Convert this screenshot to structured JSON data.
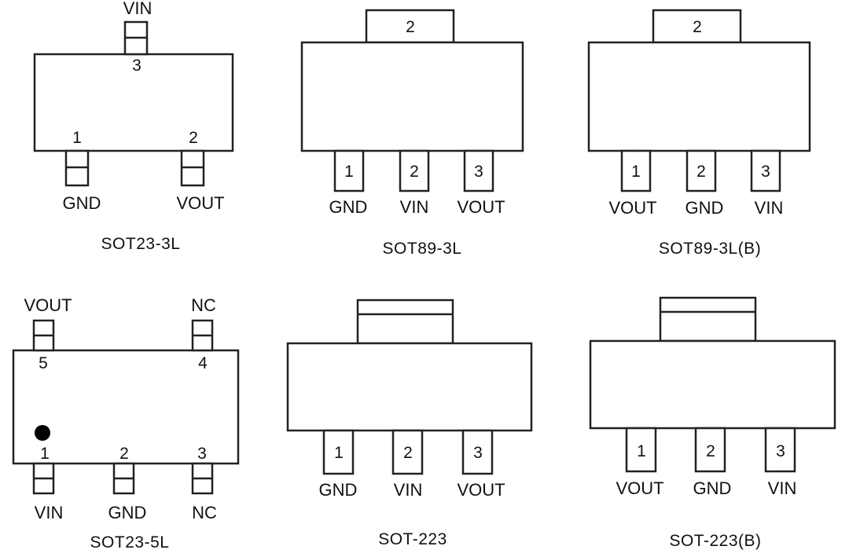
{
  "packages": [
    {
      "id": "sot23-3l",
      "title": "SOT23-3L",
      "pins": [
        {
          "number": "3",
          "name": "VIN"
        },
        {
          "number": "1",
          "name": "GND"
        },
        {
          "number": "2",
          "name": "VOUT"
        }
      ]
    },
    {
      "id": "sot89-3l",
      "title": "SOT89-3L",
      "tab_number": "2",
      "pins": [
        {
          "number": "1",
          "name": "GND"
        },
        {
          "number": "2",
          "name": "VIN"
        },
        {
          "number": "3",
          "name": "VOUT"
        }
      ]
    },
    {
      "id": "sot89-3l-b",
      "title": "SOT89-3L(B)",
      "tab_number": "2",
      "pins": [
        {
          "number": "1",
          "name": "VOUT"
        },
        {
          "number": "2",
          "name": "GND"
        },
        {
          "number": "3",
          "name": "VIN"
        }
      ]
    },
    {
      "id": "sot23-5l",
      "title": "SOT23-5L",
      "pins": [
        {
          "number": "5",
          "name": "VOUT"
        },
        {
          "number": "4",
          "name": "NC"
        },
        {
          "number": "1",
          "name": "VIN"
        },
        {
          "number": "2",
          "name": "GND"
        },
        {
          "number": "3",
          "name": "NC"
        }
      ]
    },
    {
      "id": "sot-223",
      "title": "SOT-223",
      "pins": [
        {
          "number": "1",
          "name": "GND"
        },
        {
          "number": "2",
          "name": "VIN"
        },
        {
          "number": "3",
          "name": "VOUT"
        }
      ]
    },
    {
      "id": "sot-223-b",
      "title": "SOT-223(B)",
      "pins": [
        {
          "number": "1",
          "name": "VOUT"
        },
        {
          "number": "2",
          "name": "GND"
        },
        {
          "number": "3",
          "name": "VIN"
        }
      ]
    }
  ]
}
